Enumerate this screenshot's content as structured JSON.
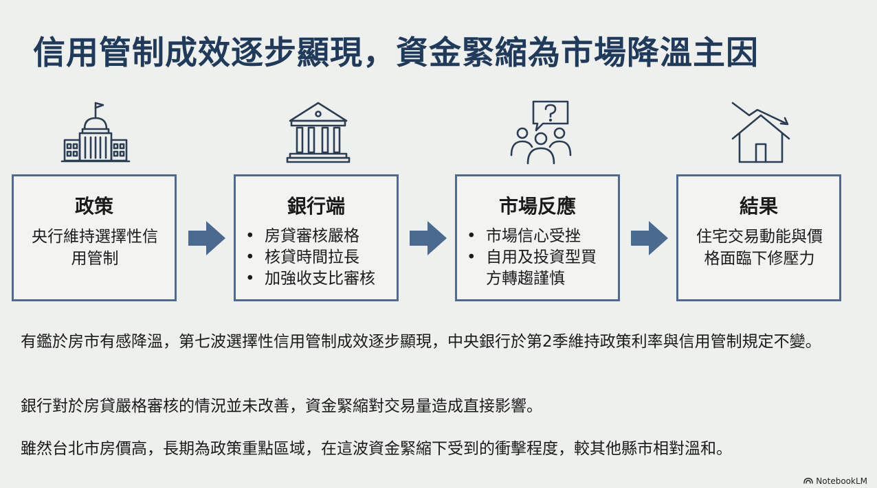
{
  "title": "信用管制成效逐步顯現，資金緊縮為市場降溫主因",
  "steps": [
    {
      "heading": "政策",
      "icon": "government-building-icon",
      "body": "央行維持選擇性信用管制"
    },
    {
      "heading": "銀行端",
      "icon": "bank-icon",
      "bullets": [
        "房貸審核嚴格",
        "核貸時間拉長",
        "加強收支比審核"
      ]
    },
    {
      "heading": "市場反應",
      "icon": "people-question-icon",
      "bullets": [
        "市場信心受挫",
        "自用及投資型買方轉趨謹慎"
      ]
    },
    {
      "heading": "結果",
      "icon": "house-down-trend-icon",
      "body": "住宅交易動能與價格面臨下修壓力"
    }
  ],
  "bullet_char": "•",
  "paragraphs": [
    "有鑑於房市有感降溫，第七波選擇性信用管制成效逐步顯現，中央銀行於第2季維持政策利率與信用管制規定不變。",
    "銀行對於房貸嚴格審核的情況並未改善，資金緊縮對交易量造成直接影響。",
    "雖然台北市房價高，長期為政策重點區域，在這波資金緊縮下受到的衝擊程度，較其他縣市相對溫和。"
  ],
  "brand": "NotebookLM",
  "colors": {
    "title": "#1f3a5a",
    "box_border": "#4e6a8e",
    "arrow": "#4a6a90",
    "icon_stroke": "#2b3d52",
    "background": "#eef0ee"
  }
}
